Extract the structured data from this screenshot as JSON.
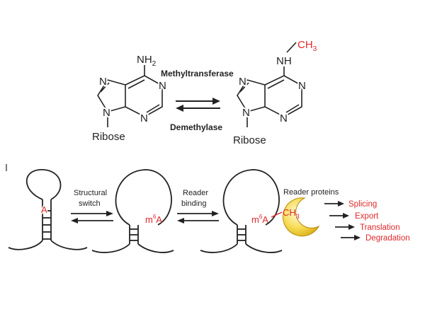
{
  "top": {
    "adenine": {
      "nh2": "NH",
      "nh2_sub": "2",
      "ribose": "Ribose",
      "n": "N"
    },
    "m6a": {
      "ch3": "CH",
      "ch3_sub": "3",
      "nh": "NH",
      "ribose": "Ribose",
      "n": "N"
    },
    "forward_label": "Methyltransferase",
    "reverse_label": "Demethylase"
  },
  "bottom": {
    "loop1_base": "A",
    "step1_label_line1": "Structural",
    "step1_label_line2": "switch",
    "loop2_base": "m",
    "loop2_sup": "6",
    "loop2_base_tail": "A",
    "step2_label_line1": "Reader",
    "step2_label_line2": "binding",
    "loop3_base": "m",
    "loop3_sup": "6",
    "loop3_base_tail": "A",
    "loop3_methyl": "CH",
    "loop3_methyl_sub": "3",
    "reader_title": "Reader proteins",
    "outcomes": [
      "Splicing",
      "Export",
      "Translation",
      "Degradation"
    ]
  },
  "colors": {
    "accent": "#e0282a",
    "reader": "#f3d23a"
  }
}
